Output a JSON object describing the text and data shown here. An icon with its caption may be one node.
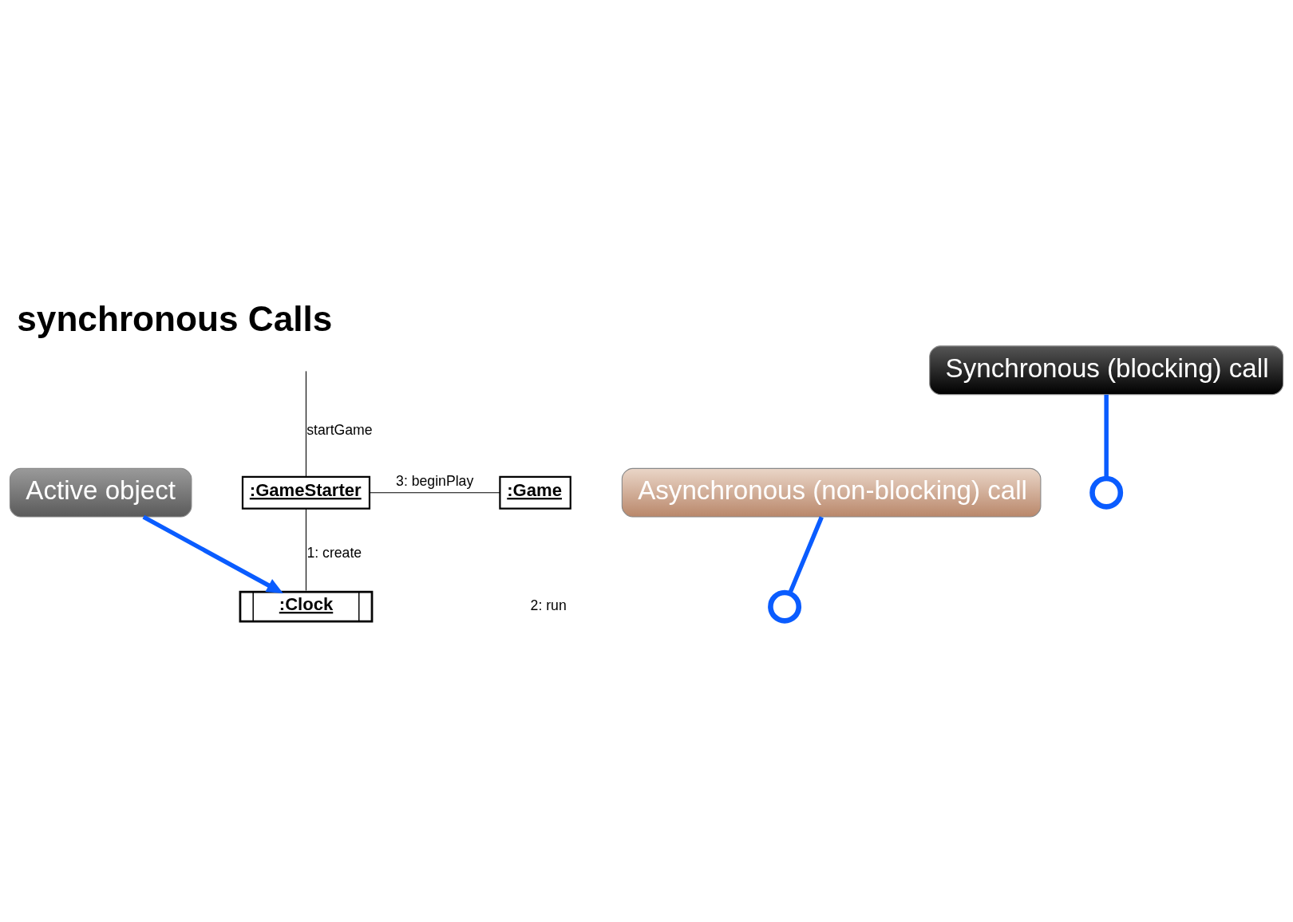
{
  "diagram": {
    "title": "synchronous Calls",
    "nodes": [
      {
        "text": [
          ":GameStarter"
        ]
      },
      {
        "text": [
          ":Game"
        ]
      },
      {
        "text": [
          ":Clock"
        ]
      },
      {
        "text": [
          "Synchronous (blocking) call"
        ]
      },
      {
        "text": [
          "Active object"
        ]
      },
      {
        "text": [
          "Asynchronous (non-blocking) call"
        ]
      },
      {
        "text": [],
        "shape": "circle"
      },
      {
        "text": [],
        "shape": "circle"
      }
    ],
    "edges": [
      {
        "from": null,
        "to": 0,
        "arrow": "none",
        "label": "startGame"
      },
      {
        "from": 0,
        "to": 1,
        "arrow": "none",
        "label": "3: beginPlay"
      },
      {
        "from": 0,
        "to": 2,
        "arrow": "none",
        "label": "1: create"
      },
      {
        "from": 3,
        "to": 6,
        "arrow": "none",
        "style": "thick",
        "color": "#0a5cff"
      },
      {
        "from": 4,
        "to": 2,
        "arrow": "to",
        "style": "thick",
        "color": "#0a5cff"
      },
      {
        "from": 5,
        "to": 7,
        "arrow": "none",
        "style": "thick",
        "color": "#0a5cff"
      }
    ],
    "labels": [
      "2: run"
    ]
  }
}
